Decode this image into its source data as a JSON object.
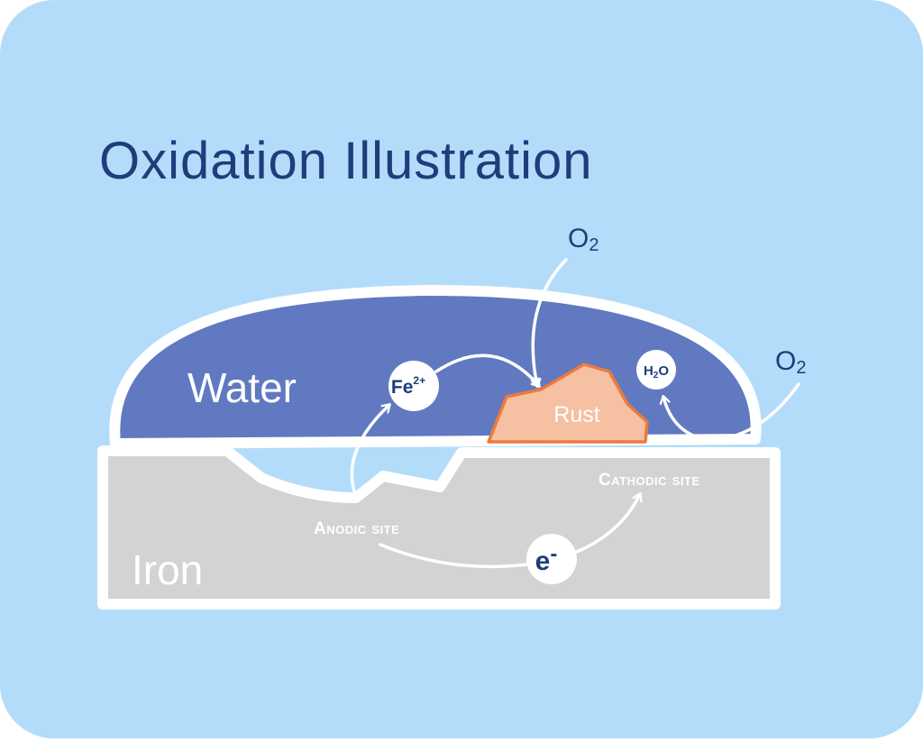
{
  "title": "Oxidation Illustration",
  "labels": {
    "water": "Water",
    "iron": "Iron",
    "rust": "Rust",
    "anodic_site": "Anodic site",
    "cathodic_site": "Cathodic site"
  },
  "species": {
    "fe_ion": {
      "base": "Fe",
      "sup": "2+"
    },
    "o2_top": {
      "base": "O",
      "sub": "2"
    },
    "o2_right": {
      "base": "O",
      "sub": "2"
    },
    "water_molecule": {
      "h": "H",
      "sub": "2",
      "o": "O"
    },
    "electron": {
      "base": "e",
      "sup": "-"
    }
  },
  "colors": {
    "background": "#b3dcfb",
    "title": "#1f3d7a",
    "water": "#6179c0",
    "iron": "#d3d3d3",
    "rust_fill": "#f6c0a2",
    "rust_stroke": "#ec7a3e",
    "outline": "#ffffff"
  }
}
